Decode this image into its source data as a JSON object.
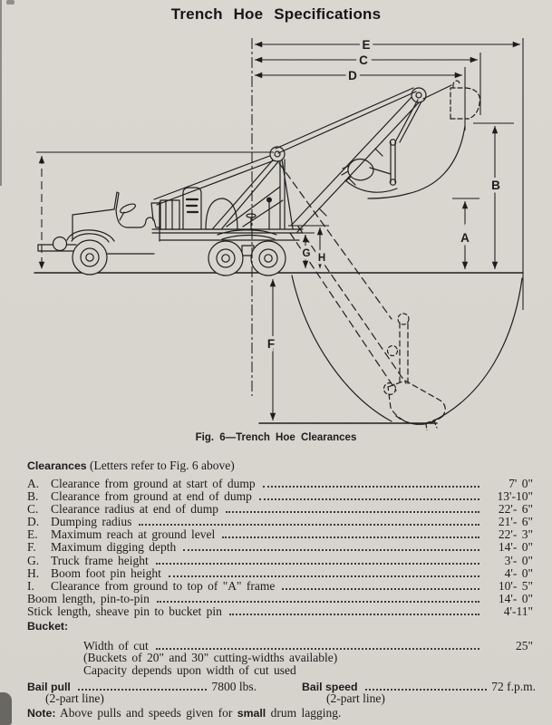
{
  "page": {
    "title": "Trench Hoe Specifications"
  },
  "colors": {
    "paper": "#d8d5cf",
    "ink": "#1c1c1c"
  },
  "figure": {
    "caption": "Fig. 6—Trench Hoe Clearances",
    "labels": {
      "e": "E",
      "c": "C",
      "d": "D",
      "b": "B",
      "a": "A",
      "g": "G",
      "h": "H",
      "f": "F"
    }
  },
  "clearances": {
    "heading_bold": "Clearances",
    "heading_rest": " (Letters refer to Fig. 6 above)",
    "rows": [
      {
        "letter": "A.",
        "label": "Clearance from ground at start of dump",
        "value": "7' 0\""
      },
      {
        "letter": "B.",
        "label": "Clearance from ground at end of dump",
        "value": "13'-10\""
      },
      {
        "letter": "C.",
        "label": "Clearance radius at end of dump",
        "value": "22'- 6\""
      },
      {
        "letter": "D.",
        "label": "Dumping radius",
        "value": "21'- 6\""
      },
      {
        "letter": "E.",
        "label": "Maximum reach at ground level",
        "value": "22'- 3\""
      },
      {
        "letter": "F.",
        "label": "Maximum digging depth",
        "value": "14'- 0\""
      },
      {
        "letter": "G.",
        "label": "Truck frame height",
        "value": "3'- 0\""
      },
      {
        "letter": "H.",
        "label": "Boom foot pin height",
        "value": "4'- 0\""
      },
      {
        "letter": "I.",
        "label": "Clearance from ground to top of \"A\" frame",
        "value": "10'- 5\""
      },
      {
        "label": "Boom length, pin-to-pin",
        "value": "14'- 0\""
      },
      {
        "label": "Stick length, sheave pin to bucket pin",
        "value": "4'-11\""
      }
    ]
  },
  "bucket": {
    "heading": "Bucket:",
    "width_label": "Width of cut",
    "width_value": "25\"",
    "line2": "(Buckets of 20\" and 30\" cutting-widths available)",
    "line3": "Capacity depends upon width of cut used"
  },
  "bail": {
    "pull_label": "Bail pull",
    "pull_value": "7800 lbs.",
    "pull_sub": "(2-part line)",
    "speed_label": "Bail speed",
    "speed_value": "72 f.p.m.",
    "speed_sub": "(2-part line)"
  },
  "note": {
    "lead": "Note:",
    "text1": " Above pulls and speeds given for ",
    "bold_word": "small",
    "text2": " drum lagging."
  }
}
